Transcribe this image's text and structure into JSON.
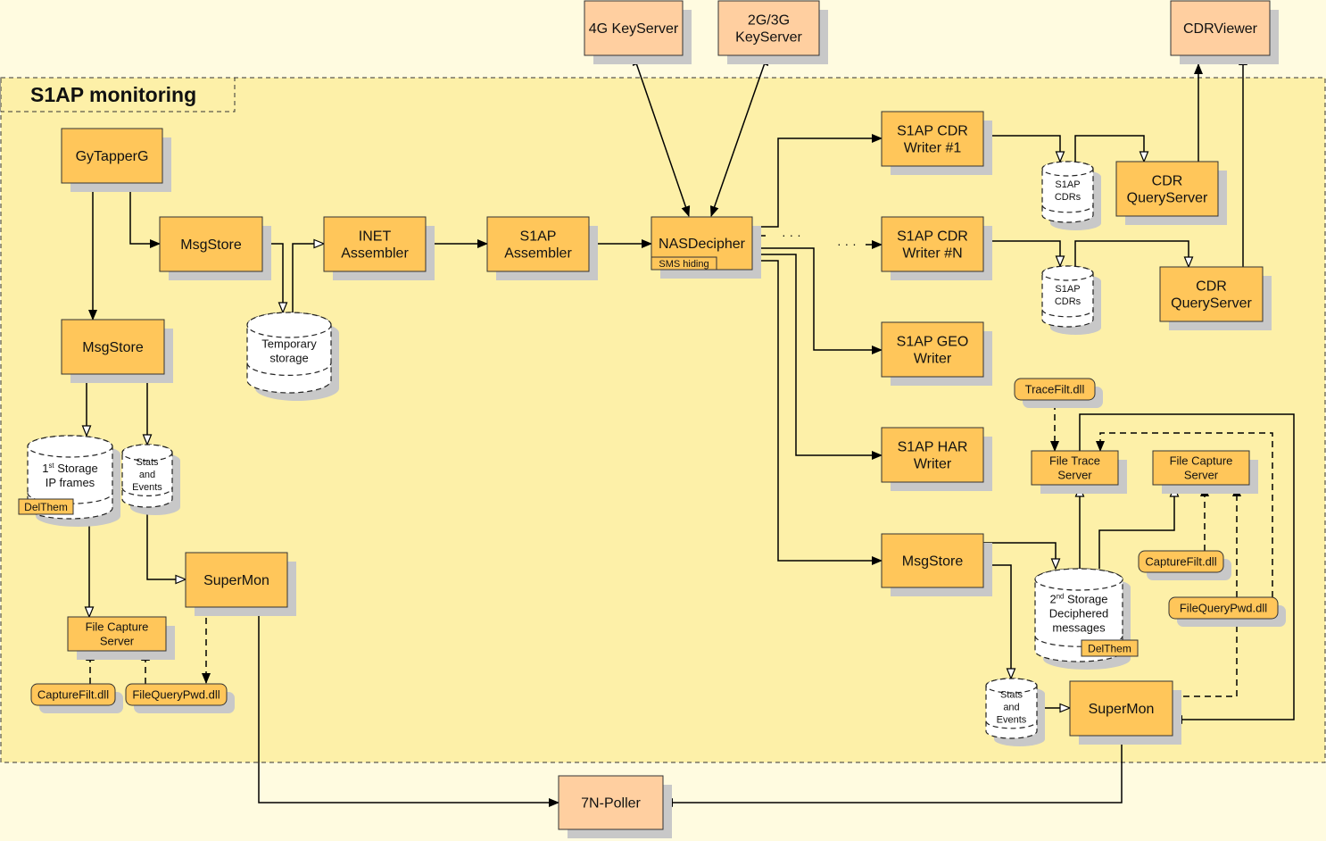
{
  "title": "S1AP monitoring",
  "colors": {
    "background": "#fffbe0",
    "region_fill": "#fdf0a8",
    "box_fill": "#ffc65a",
    "outer_box_fill": "#ffcfa0",
    "tag_fill": "#ffc65a",
    "shadow": "#c8c8c8",
    "line": "#000000"
  },
  "nodes": {
    "key4g": {
      "lines": [
        "4G KeyServer"
      ]
    },
    "key2g": {
      "lines": [
        "2G/3G",
        "KeyServer"
      ]
    },
    "cdrviewer": {
      "lines": [
        "CDRViewer"
      ]
    },
    "gytapper": {
      "lines": [
        "GyTapperG"
      ]
    },
    "msgstore1": {
      "lines": [
        "MsgStore"
      ]
    },
    "msgstore2": {
      "lines": [
        "MsgStore"
      ]
    },
    "inet": {
      "lines": [
        "INET",
        "Assembler"
      ]
    },
    "s1apasm": {
      "lines": [
        "S1AP",
        "Assembler"
      ]
    },
    "nas": {
      "lines": [
        "NASDecipher"
      ]
    },
    "cdr1": {
      "lines": [
        "S1AP CDR",
        "Writer  #1"
      ]
    },
    "cdrn": {
      "lines": [
        "S1AP CDR",
        "Writer  #N"
      ]
    },
    "geo": {
      "lines": [
        "S1AP GEO",
        "Writer"
      ]
    },
    "har": {
      "lines": [
        "S1AP HAR",
        "Writer"
      ]
    },
    "msgstore3": {
      "lines": [
        "MsgStore"
      ]
    },
    "cdrq1": {
      "lines": [
        "CDR",
        "QueryServer"
      ]
    },
    "cdrq2": {
      "lines": [
        "CDR",
        "QueryServer"
      ]
    },
    "supermon1": {
      "lines": [
        "SuperMon"
      ]
    },
    "supermon2": {
      "lines": [
        "SuperMon"
      ]
    },
    "fcs1": {
      "lines": [
        "File Capture",
        "Server"
      ]
    },
    "fts": {
      "lines": [
        "File Trace",
        "Server"
      ]
    },
    "fcs2": {
      "lines": [
        "File Capture",
        "Server"
      ]
    },
    "poller": {
      "lines": [
        "7N-Poller"
      ]
    }
  },
  "stores": {
    "temp": {
      "lines": [
        "Temporary",
        "storage"
      ]
    },
    "storage1": {
      "lines": [
        "1st Storage",
        "IP frames"
      ]
    },
    "stats1": {
      "lines": [
        "Stats",
        "and",
        "Events"
      ]
    },
    "cdrs1": {
      "lines": [
        "S1AP",
        "CDRs"
      ]
    },
    "cdrs2": {
      "lines": [
        "S1AP",
        "CDRs"
      ]
    },
    "storage2": {
      "lines": [
        "2nd Storage",
        "Deciphered",
        "messages"
      ]
    },
    "stats2": {
      "lines": [
        "Stats",
        "and",
        "Events"
      ]
    }
  },
  "tags": {
    "sms": "SMS hiding",
    "delthem1": "DelThem",
    "delthem2": "DelThem"
  },
  "dlls": {
    "capturefilt1": "CaptureFilt.dll",
    "filequerypwd1": "FileQueryPwd.dll",
    "tracefilt": "TraceFilt.dll",
    "capturefilt2": "CaptureFilt.dll",
    "filequerypwd2": "FileQueryPwd.dll"
  },
  "ellipsis": {
    "left": "· · ·",
    "right": "· · ·"
  }
}
